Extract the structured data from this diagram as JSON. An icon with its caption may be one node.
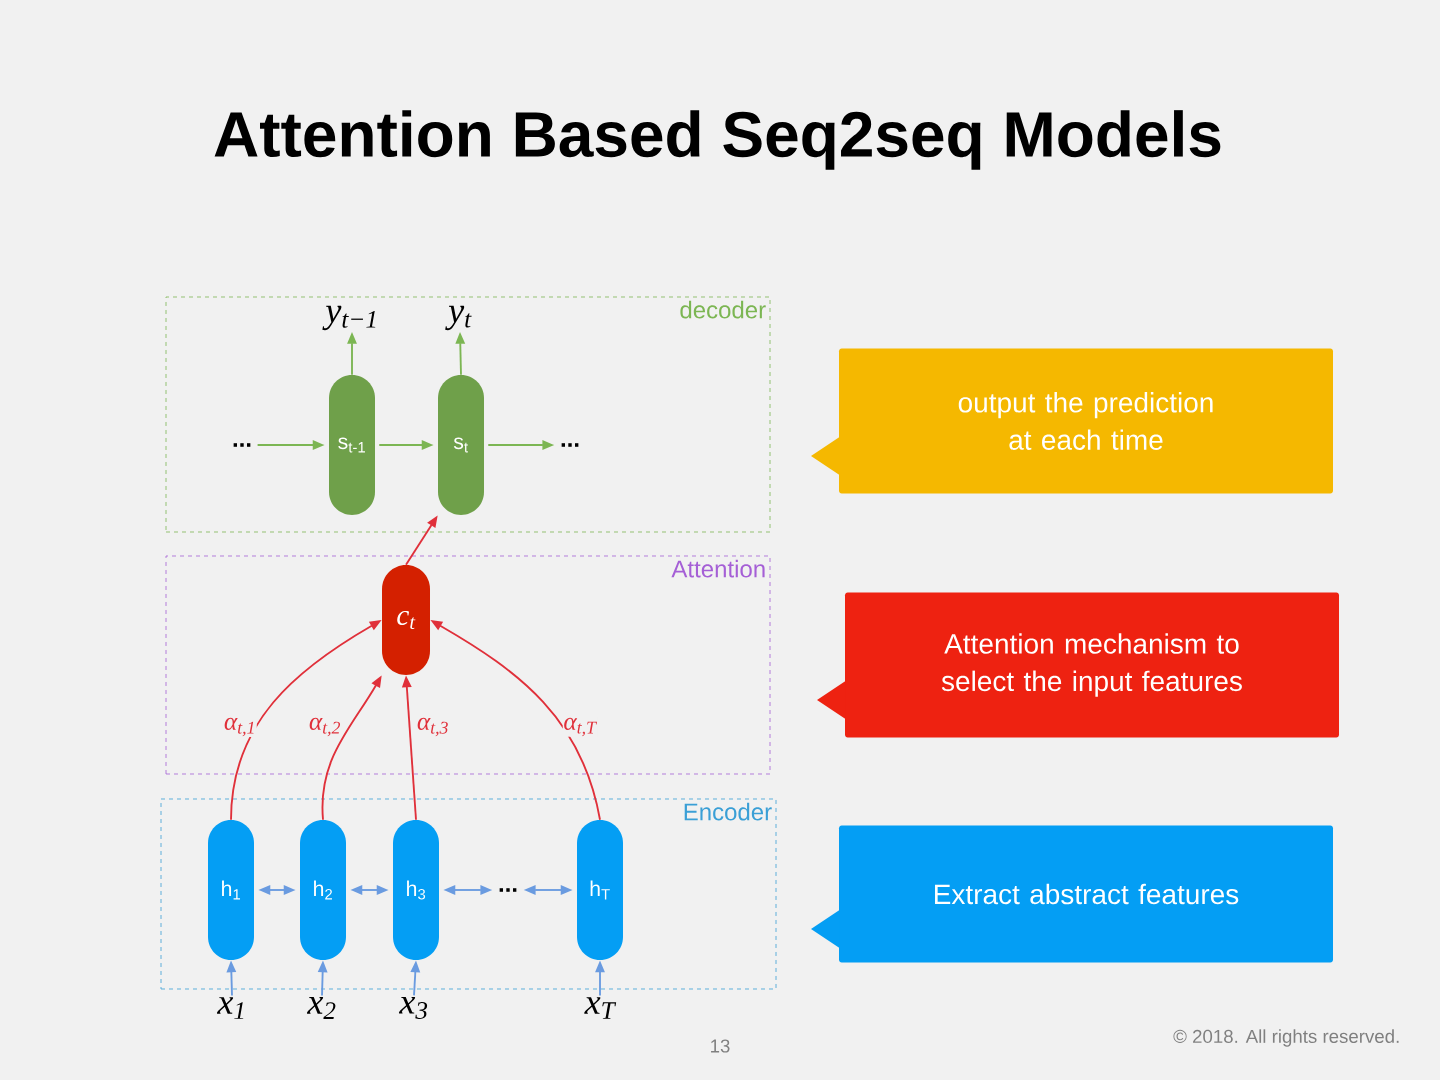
{
  "diagram": {
    "title": "Attention Based Seq2seq Models",
    "nodes": [
      {
        "text": [
          "decoder"
        ]
      },
      {
        "text": [
          "Attention"
        ]
      },
      {
        "text": [
          "Encoder"
        ]
      },
      {
        "text": [
          "..."
        ],
        "in": 0
      },
      {
        "text": [
          "s$_{t-1}$"
        ],
        "in": 0
      },
      {
        "text": [
          "s$_{t}$"
        ],
        "in": 0
      },
      {
        "text": [
          "..."
        ],
        "in": 0
      },
      {
        "text": [
          "y$_{t−1}$"
        ],
        "in": 0
      },
      {
        "text": [
          "y$_{t}$"
        ],
        "in": 0
      },
      {
        "text": [
          "c$_{t}$"
        ],
        "in": 1
      },
      {
        "text": [
          "h$_{1}$"
        ],
        "in": 2
      },
      {
        "text": [
          "h$_{2}$"
        ],
        "in": 2
      },
      {
        "text": [
          "h$_{3}$"
        ],
        "in": 2
      },
      {
        "text": [
          "..."
        ],
        "in": 2
      },
      {
        "text": [
          "h$_{T}$"
        ],
        "in": 2
      },
      {
        "text": [
          "x$_{1}$"
        ]
      },
      {
        "text": [
          "x$_{2}$"
        ]
      },
      {
        "text": [
          "x$_{3}$"
        ]
      },
      {
        "text": [
          "x$_{T}$"
        ]
      },
      {
        "text": [
          "output the prediction at each time"
        ]
      },
      {
        "text": [
          "Attention mechanism to select the input features"
        ]
      },
      {
        "text": [
          "Extract abstract features"
        ]
      }
    ],
    "edges": [
      {
        "from": 3,
        "to": 4,
        "arrow": "to",
        "color": "#7cb653"
      },
      {
        "from": 4,
        "to": 5,
        "arrow": "to",
        "color": "#7cb653"
      },
      {
        "from": 5,
        "to": 6,
        "arrow": "to",
        "color": "#7cb653"
      },
      {
        "from": 4,
        "to": 7,
        "arrow": "to",
        "color": "#7cb653"
      },
      {
        "from": 5,
        "to": 8,
        "arrow": "to",
        "color": "#7cb653"
      },
      {
        "from": 9,
        "to": 5,
        "arrow": "to",
        "color": "#e0303a"
      },
      {
        "from": 10,
        "to": 9,
        "arrow": "to",
        "label": "α$_{t,1}$",
        "color": "#e0303a"
      },
      {
        "from": 11,
        "to": 9,
        "arrow": "to",
        "label": "α$_{t,2}$",
        "color": "#e0303a"
      },
      {
        "from": 12,
        "to": 9,
        "arrow": "to",
        "label": "α$_{t,3}$",
        "color": "#e0303a"
      },
      {
        "from": 14,
        "to": 9,
        "arrow": "to",
        "label": "α$_{t,T}$",
        "color": "#e0303a"
      },
      {
        "from": 10,
        "to": 11,
        "arrow": "both"
      },
      {
        "from": 11,
        "to": 12,
        "arrow": "both"
      },
      {
        "from": 12,
        "to": 13,
        "arrow": "both"
      },
      {
        "from": 13,
        "to": 14,
        "arrow": "both"
      },
      {
        "from": 15,
        "to": 10,
        "arrow": "to"
      },
      {
        "from": 16,
        "to": 11,
        "arrow": "to"
      },
      {
        "from": 17,
        "to": 12,
        "arrow": "to"
      },
      {
        "from": 18,
        "to": 14,
        "arrow": "to"
      }
    ],
    "labels": [
      "13",
      "© 2018. All rights reserved."
    ]
  }
}
